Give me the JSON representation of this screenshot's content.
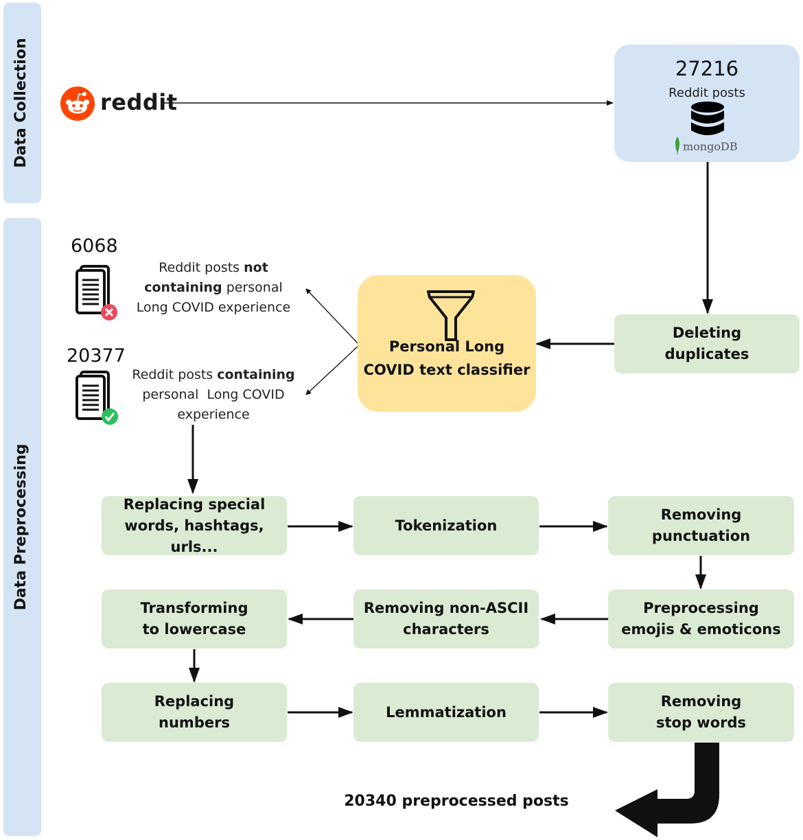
{
  "sections": {
    "collection": "Data Collection",
    "preprocessing": "Data Preprocessing"
  },
  "source": {
    "logo_text": "reddit",
    "icon": "reddit-alien-icon"
  },
  "storage": {
    "count": "27216",
    "label": "Reddit posts",
    "db_icon": "database-icon",
    "db_name": "mongoDB",
    "db_leaf_icon": "mongodb-leaf-icon"
  },
  "dedup": {
    "line1": "Deleting",
    "line2": "duplicates"
  },
  "classifier": {
    "line1": "Personal Long",
    "line2": "COVID text classifier",
    "icon": "funnel-icon"
  },
  "outputs": {
    "negative": {
      "count": "6068",
      "icon": "document-rejected-icon",
      "l1a": "Reddit posts ",
      "l1b": "not",
      "l2a": "containing",
      "l2b": " personal",
      "l3": "Long COVID experience"
    },
    "positive": {
      "count": "20377",
      "icon": "document-accepted-icon",
      "l1a": "Reddit posts ",
      "l1b": "containing",
      "l2": "personal  Long COVID",
      "l3": "experience"
    }
  },
  "steps": {
    "replacing_special": {
      "line1": "Replacing special",
      "line2": "words, hashtags, urls..."
    },
    "tokenization": {
      "line1": "Tokenization"
    },
    "removing_punctuation": {
      "line1": "Removing",
      "line2": "punctuation"
    },
    "preprocessing_emojis": {
      "line1": "Preprocessing",
      "line2": "emojis & emoticons"
    },
    "removing_non_ascii": {
      "line1": "Removing non-ASCII",
      "line2": "characters"
    },
    "lowercase": {
      "line1": "Transforming",
      "line2": "to lowercase"
    },
    "replacing_numbers": {
      "line1": "Replacing",
      "line2": "numbers"
    },
    "lemmatization": {
      "line1": "Lemmatization"
    },
    "stop_words": {
      "line1": "Removing",
      "line2": "stop words"
    }
  },
  "result": {
    "text": "20340 preprocessed posts"
  },
  "colors": {
    "band": "#d4e4f4",
    "green": "#dbead3",
    "classifier": "#fde49a",
    "storage": "#d4e4f4",
    "reddit": "#ff4500",
    "reject": "#e84a5f",
    "accept": "#2fbf5a"
  }
}
